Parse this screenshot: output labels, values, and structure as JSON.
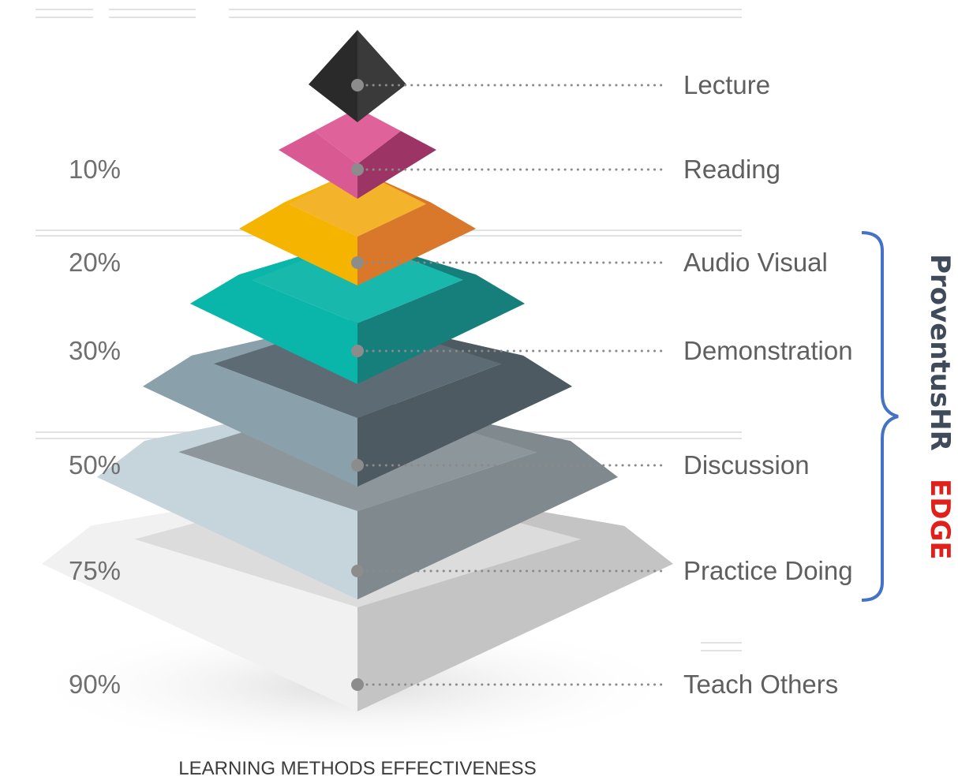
{
  "title": "LEARNING METHODS EFFECTIVENESS",
  "levels": [
    {
      "label": "Lecture",
      "percent": "10%",
      "colors": {
        "top": "#4a4a4a",
        "left": "#2a2a2a",
        "right": "#3a3a3a"
      }
    },
    {
      "label": "Reading",
      "percent": "20%",
      "colors": {
        "top": "#e0629a",
        "left": "#d95a92",
        "right": "#9c3566"
      }
    },
    {
      "label": "Audio Visual",
      "percent": "30%",
      "colors": {
        "top": "#f3b32a",
        "left": "#f5b400",
        "right": "#d9772a"
      }
    },
    {
      "label": "Demonstration",
      "percent": "50%",
      "colors": {
        "top": "#18b8ad",
        "left": "#0ab5a9",
        "right": "#177f7b"
      }
    },
    {
      "label": "Discussion",
      "percent": "75%",
      "colors": {
        "top": "#5d6c74",
        "left": "#8aa0aa",
        "right": "#4d5a61"
      }
    },
    {
      "label": "Practice Doing",
      "percent": "90%",
      "colors": {
        "top": "#8c969b",
        "left": "#c6d4db",
        "right": "#7f898e"
      }
    },
    {
      "label": "Teach Others",
      "percent": "",
      "colors": {
        "top": "#dcdcdc",
        "left": "#f1f1f1",
        "right": "#c4c4c4"
      }
    }
  ],
  "brand": {
    "name": "ProventusHR",
    "tag": "EDGE",
    "name_color": "#3f4b5b",
    "tag_color": "#e0201b",
    "bracket_color": "#4472c4"
  }
}
